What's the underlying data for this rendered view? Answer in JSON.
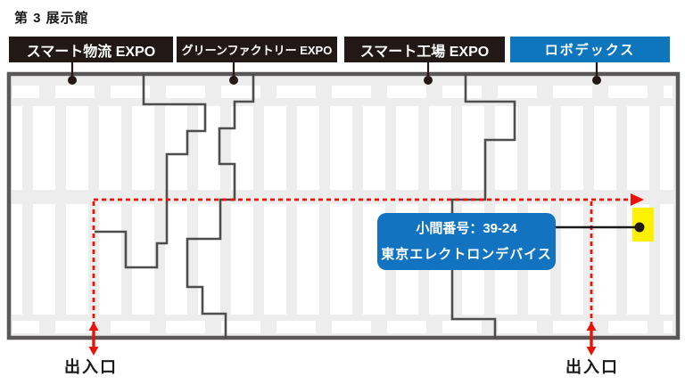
{
  "title": "第 3 展示館",
  "zones": [
    {
      "label": "スマート物流 EXPO",
      "bg": "#221815"
    },
    {
      "label": "グリーンファクトリー EXPO",
      "bg": "#221815"
    },
    {
      "label": "スマート工場 EXPO",
      "bg": "#221815"
    },
    {
      "label": "ロボデックス",
      "bg": "#0e76bd"
    }
  ],
  "callout": {
    "line1": "小間番号：39-24",
    "line2": "東京エレクトロンデバイス",
    "bg": "#1274c0"
  },
  "exits": {
    "left": "出入口",
    "right": "出入口"
  },
  "colors": {
    "map_background": "#ededed",
    "booth_block": "#ffffff",
    "wall": "#595757",
    "zone_boundary": "#4f4c4c",
    "route_red": "#e8140c",
    "highlight_yellow": "#fff100",
    "connector_black": "#1a1a1a"
  }
}
